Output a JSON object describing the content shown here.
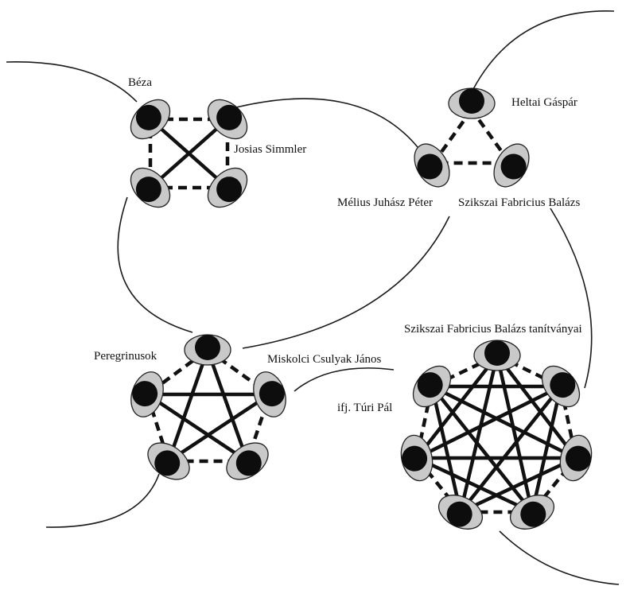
{
  "labels": {
    "beza": "Béza",
    "josias": "Josias Simmler",
    "heltai": "Heltai Gáspár",
    "melius": "Mélius Juhász Péter",
    "szikszai": "Szikszai Fabricius Balázs",
    "peregrinusok": "Peregrinusok",
    "miskolci": "Miskolci Csulyak János",
    "tanitvanyai": "Szikszai Fabricius Balázs tanítványai",
    "turi": "ifj. Túri Pál"
  },
  "groups": [
    {
      "id": "group-beza",
      "members": 4,
      "description_links": "complete graph: dashed ring, solid diagonals"
    },
    {
      "id": "group-heltai",
      "members": 3,
      "description_links": "dashed triangle"
    },
    {
      "id": "group-peregrinusok",
      "members": 5,
      "description_links": "dashed ring, solid star"
    },
    {
      "id": "group-tanitvanyai",
      "members": 7,
      "description_links": "dashed ring, solid chords"
    }
  ],
  "icons": {
    "person": "person-top-view-icon"
  }
}
